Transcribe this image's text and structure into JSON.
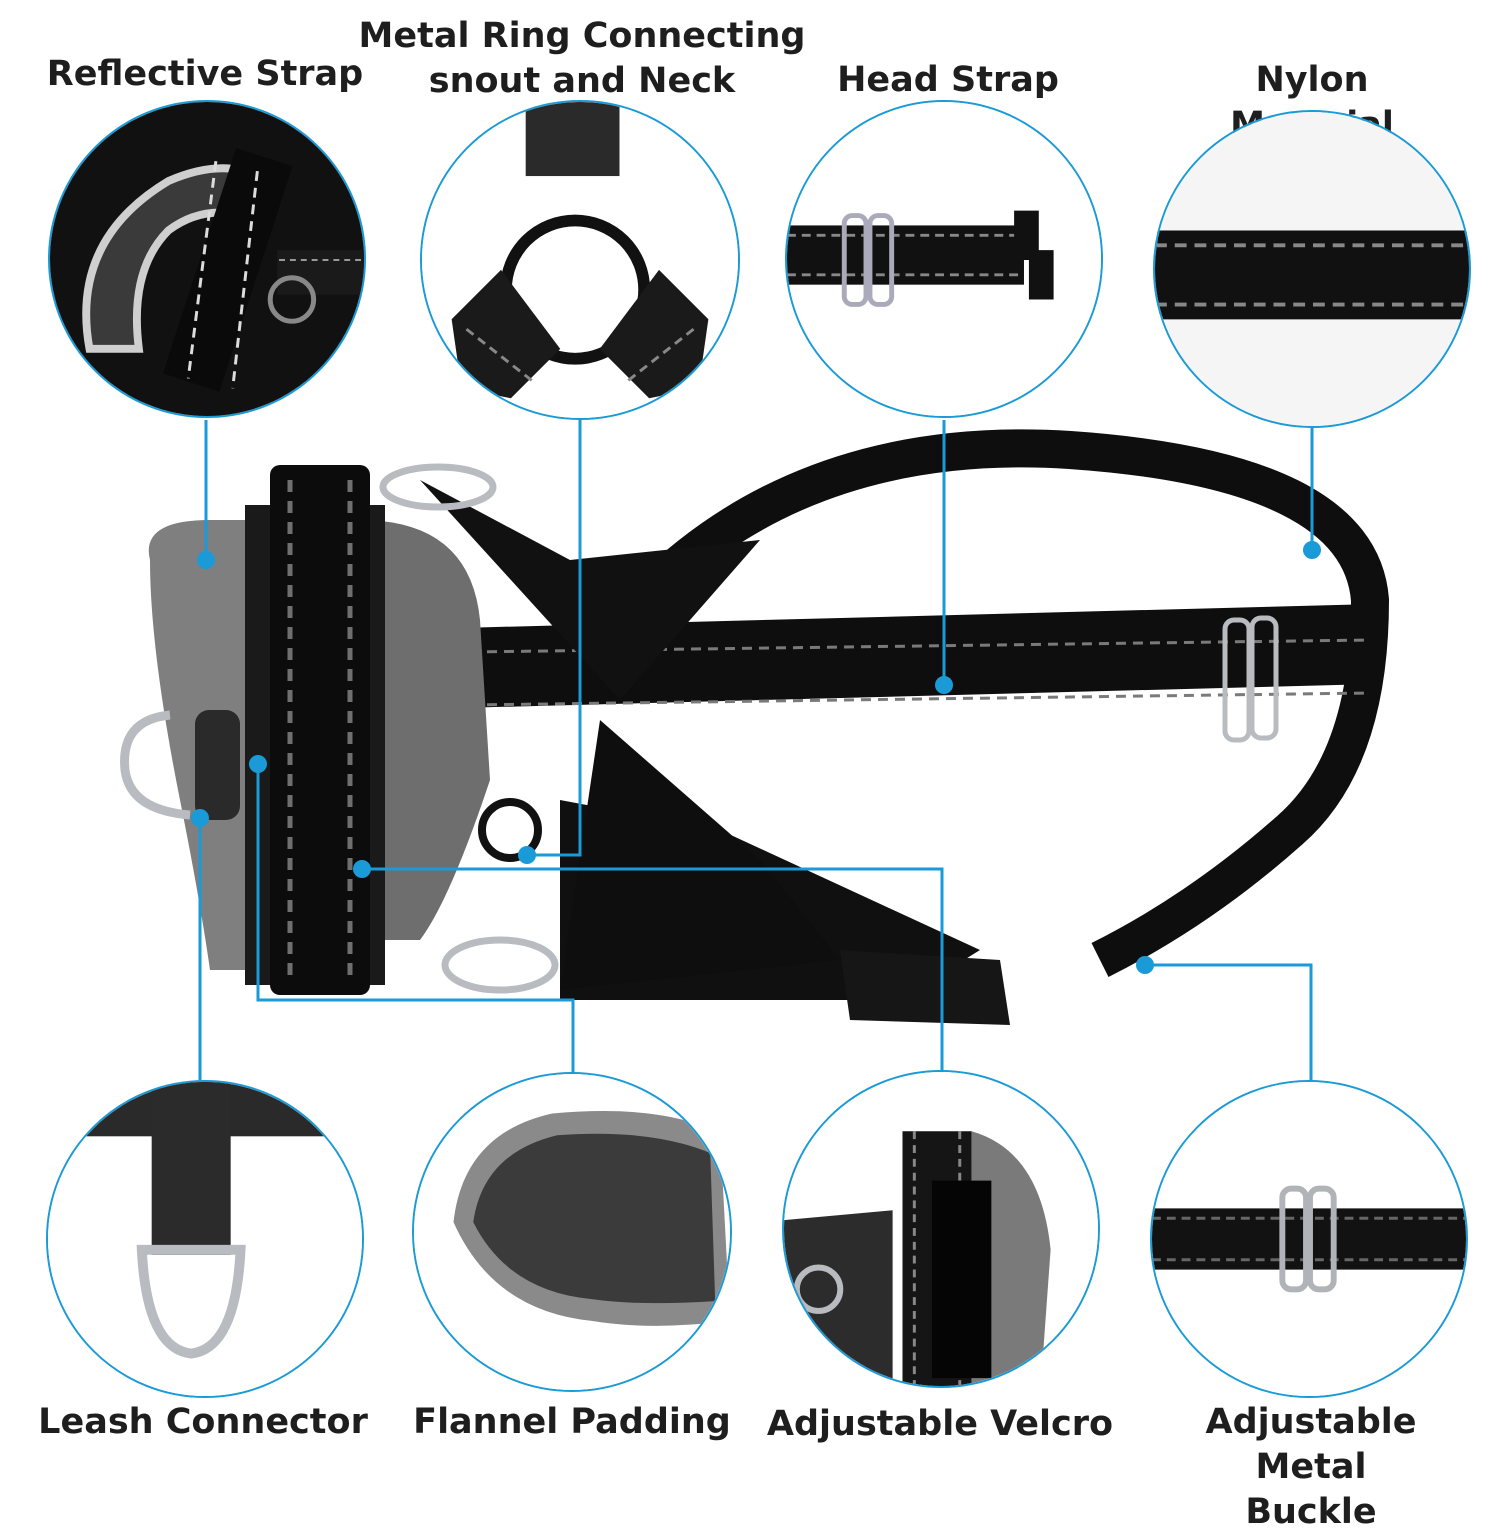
{
  "colors": {
    "accent": "#1a9ad6",
    "strap": "#0e0e0e",
    "stitch": "#7a7a7a",
    "padding": "#8a8a8a",
    "metal": "#b8bcc0"
  },
  "features": [
    {
      "id": "reflective-strap",
      "label": "Reflective Strap"
    },
    {
      "id": "metal-ring",
      "label": "Metal Ring Connecting\nsnout and Neck"
    },
    {
      "id": "head-strap",
      "label": "Head Strap"
    },
    {
      "id": "nylon-material",
      "label": "Nylon Material"
    },
    {
      "id": "leash-connector",
      "label": "Leash Connector"
    },
    {
      "id": "flannel-padding",
      "label": "Flannel Padding"
    },
    {
      "id": "adjustable-velcro",
      "label": "Adjustable Velcro"
    },
    {
      "id": "adjustable-metal-buckle",
      "label": "Adjustable Metal\nBuckle"
    }
  ]
}
